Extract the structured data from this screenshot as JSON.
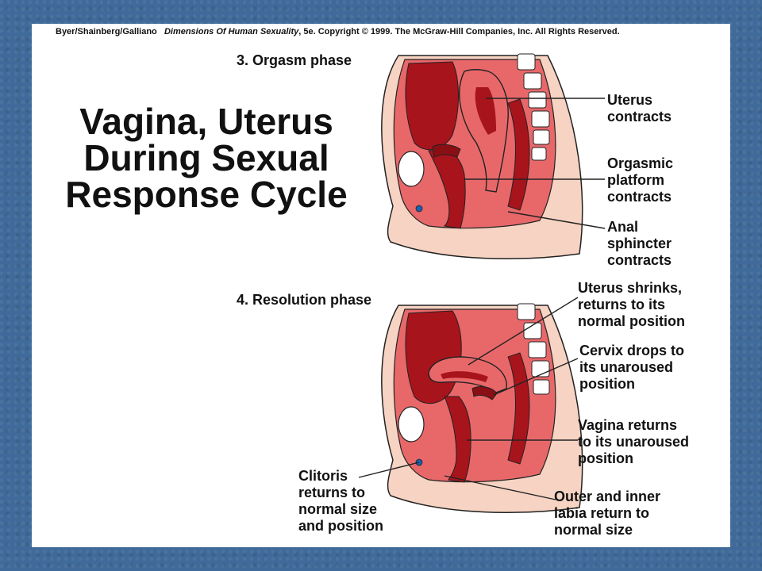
{
  "copyright": {
    "authors": "Byer/Shainberg/Galliano",
    "book": "Dimensions Of Human Sexuality",
    "rest": ", 5e. Copyright © 1999. The McGraw-Hill Companies, Inc. All Rights Reserved."
  },
  "title": "Vagina, Uterus During Sexual Response Cycle",
  "orgasm": {
    "heading": "3.  Orgasm phase",
    "labels": {
      "uterus": "Uterus\ncontracts",
      "platform": "Orgasmic\nplatform\ncontracts",
      "anal": "Anal\nsphincter\ncontracts"
    }
  },
  "resolution": {
    "heading": "4.  Resolution phase",
    "labels": {
      "uterus": "Uterus shrinks,\nreturns to its\nnormal position",
      "cervix": "Cervix drops to\nits unaroused\nposition",
      "vagina": "Vagina returns\nto its unaroused\nposition",
      "clitoris": "Clitoris\nreturns to\nnormal size\nand position",
      "labia": "Outer and inner\nlabia return to\nnormal size"
    }
  },
  "colors": {
    "background": "#3f6a99",
    "skin": "#f6d3c2",
    "tissue": "#e8686a",
    "dark_tissue": "#a8141c",
    "deep": "#8a0f14"
  }
}
